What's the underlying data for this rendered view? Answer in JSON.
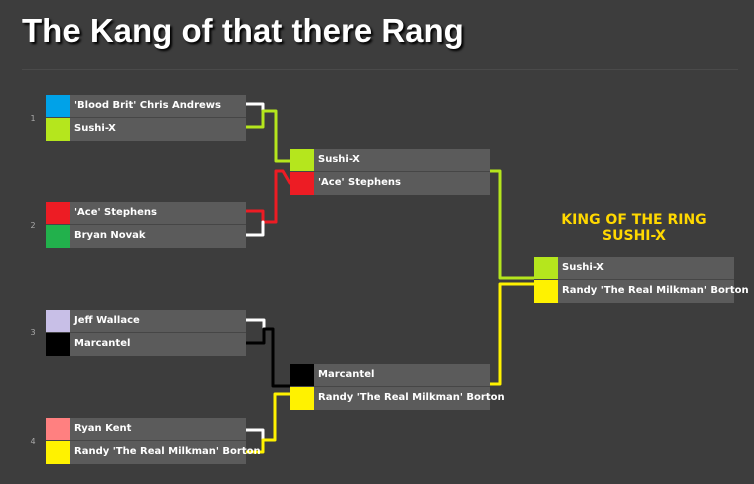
{
  "title": "The Kang of that there Rang",
  "round_numbers": [
    "1",
    "2",
    "3",
    "4"
  ],
  "champion": {
    "heading": "KING OF THE RING",
    "name": "SUSHI-X"
  },
  "colors": {
    "chris": "#00a2e8",
    "sushi": "#b5e61d",
    "ace": "#ed1c24",
    "novak": "#22b14c",
    "wallace": "#c8bfe7",
    "marcantel": "#000000",
    "kent": "#ff8080",
    "borton": "#fff200",
    "white": "#ffffff"
  },
  "round1": [
    {
      "top": {
        "name": "'Blood Brit' Chris Andrews",
        "color": "#00a2e8"
      },
      "bottom": {
        "name": "Sushi-X",
        "color": "#b5e61d"
      }
    },
    {
      "top": {
        "name": "'Ace' Stephens",
        "color": "#ed1c24"
      },
      "bottom": {
        "name": "Bryan Novak",
        "color": "#22b14c"
      }
    },
    {
      "top": {
        "name": "Jeff Wallace",
        "color": "#c8bfe7"
      },
      "bottom": {
        "name": "Marcantel",
        "color": "#000000"
      }
    },
    {
      "top": {
        "name": "Ryan Kent",
        "color": "#ff8080"
      },
      "bottom": {
        "name": "Randy 'The Real Milkman' Borton",
        "color": "#fff200"
      }
    }
  ],
  "semis": [
    {
      "top": {
        "name": "Sushi-X",
        "color": "#b5e61d"
      },
      "bottom": {
        "name": "'Ace' Stephens",
        "color": "#ed1c24"
      }
    },
    {
      "top": {
        "name": "Marcantel",
        "color": "#000000"
      },
      "bottom": {
        "name": "Randy 'The Real Milkman' Borton",
        "color": "#fff200"
      }
    }
  ],
  "final": {
    "top": {
      "name": "Sushi-X",
      "color": "#b5e61d"
    },
    "bottom": {
      "name": "Randy 'The Real Milkman' Borton",
      "color": "#fff200"
    }
  }
}
